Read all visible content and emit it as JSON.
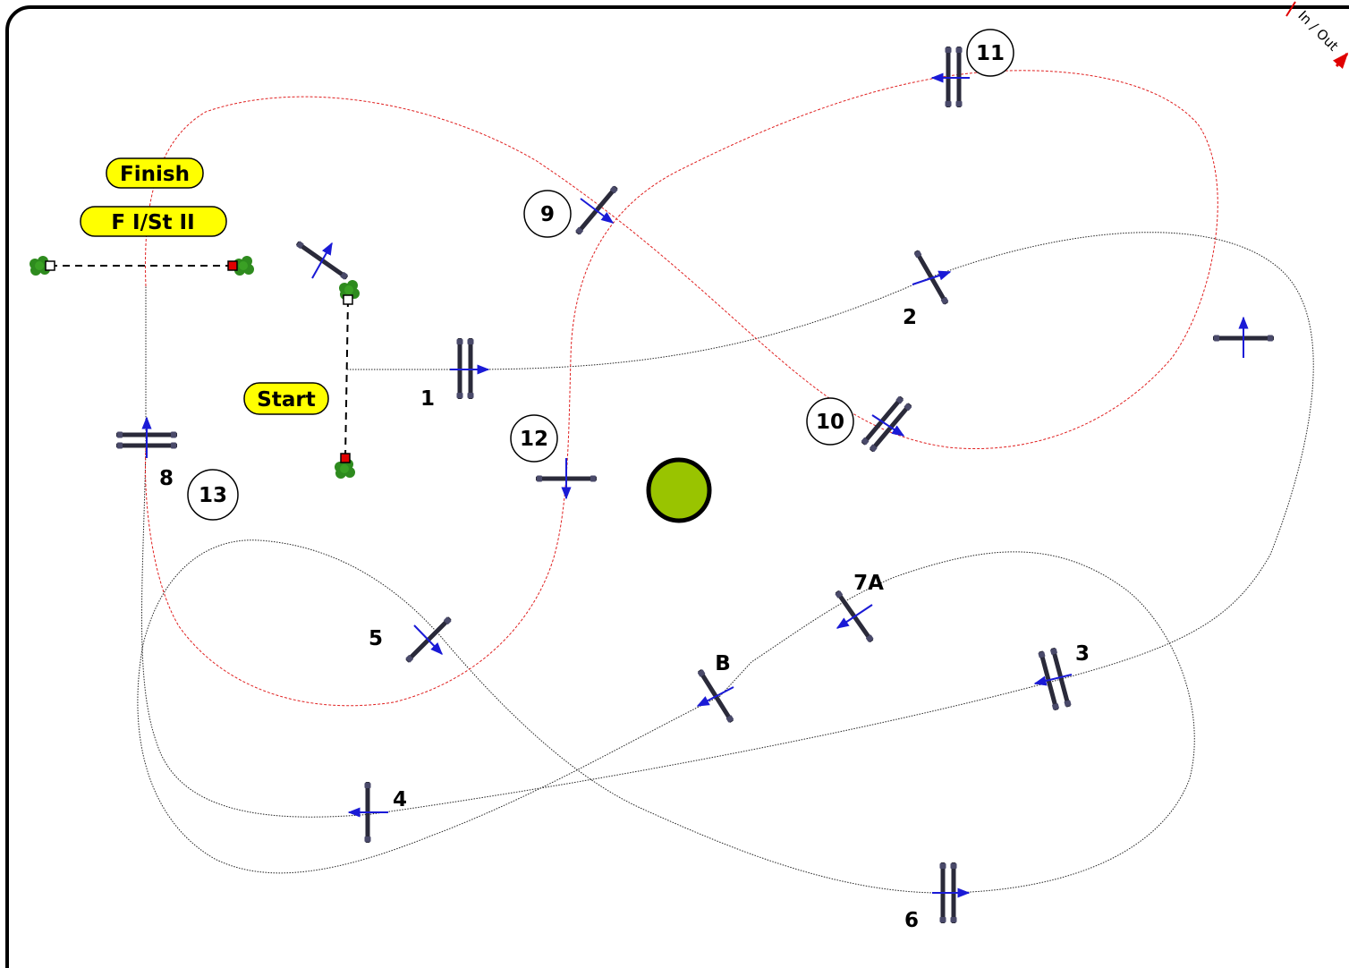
{
  "course": {
    "entrance_label": "In / Out",
    "start_label": "Start",
    "finish_label": "Finish",
    "phase_label": "F I/St II",
    "fence_numbers": {
      "f1": "1",
      "f2": "2",
      "f3": "3",
      "f4": "4",
      "f5": "5",
      "f6": "6",
      "f7a": "7A",
      "fb": "B",
      "f8": "8"
    },
    "jumpoff_numbers": {
      "j9": "9",
      "j10": "10",
      "j11": "11",
      "j12": "12",
      "j13": "13"
    }
  },
  "colors": {
    "arena_border": "#000000",
    "main_track": "#000000",
    "jumpoff_track": "#e02020",
    "direction_arrow": "#1a1ad6",
    "pole": "#2a2a3a",
    "label_bg": "#ffff00",
    "flag_red": "#e00000",
    "flag_white": "#ffffff",
    "shrub": "#2e8b1e",
    "tree": "#99c400"
  }
}
